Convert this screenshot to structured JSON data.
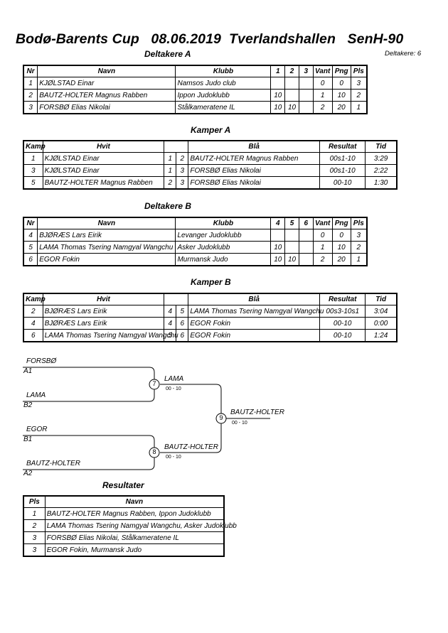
{
  "header": {
    "title": "Bodø-Barents Cup   08.06.2019  Tverlandshallen   SenH-90",
    "participants_count": "Deltakere: 6"
  },
  "group_a": {
    "title": "Deltakere A",
    "columns": [
      "Nr",
      "Navn",
      "Klubb",
      "1",
      "2",
      "3",
      "Vant",
      "Png",
      "Pls"
    ],
    "rows": [
      {
        "nr": "1",
        "name": "KJØLSTAD Einar",
        "club": "Namsos Judo club",
        "r1": "",
        "r2": "",
        "r3": "",
        "won": "0",
        "points": "0",
        "place": "3"
      },
      {
        "nr": "2",
        "name": "BAUTZ-HOLTER Magnus Rabben",
        "club": "Ippon Judoklubb",
        "r1": "10",
        "r2": "",
        "r3": "",
        "won": "1",
        "points": "10",
        "place": "2"
      },
      {
        "nr": "3",
        "name": "FORSBØ Elias Nikolai",
        "club": "Stålkameratene IL",
        "r1": "10",
        "r2": "10",
        "r3": "",
        "won": "2",
        "points": "20",
        "place": "1"
      }
    ]
  },
  "matches_a": {
    "title": "Kamper A",
    "columns": [
      "Kamp",
      "Hvit",
      "Blå",
      "Resultat",
      "Tid"
    ],
    "rows": [
      {
        "match": "1",
        "white": "KJØLSTAD Einar",
        "wn": "1",
        "bn": "2",
        "blue": "BAUTZ-HOLTER Magnus Rabben",
        "result": "00s1-10",
        "time": "3:29"
      },
      {
        "match": "3",
        "white": "KJØLSTAD Einar",
        "wn": "1",
        "bn": "3",
        "blue": "FORSBØ Elias Nikolai",
        "result": "00s1-10",
        "time": "2:22"
      },
      {
        "match": "5",
        "white": "BAUTZ-HOLTER Magnus Rabben",
        "wn": "2",
        "bn": "3",
        "blue": "FORSBØ Elias Nikolai",
        "result": "00-10",
        "time": "1:30"
      }
    ]
  },
  "group_b": {
    "title": "Deltakere B",
    "columns": [
      "Nr",
      "Navn",
      "Klubb",
      "4",
      "5",
      "6",
      "Vant",
      "Png",
      "Pls"
    ],
    "rows": [
      {
        "nr": "4",
        "name": "BJØRÆS Lars Eirik",
        "club": "Levanger Judoklubb",
        "r1": "",
        "r2": "",
        "r3": "",
        "won": "0",
        "points": "0",
        "place": "3"
      },
      {
        "nr": "5",
        "name": "LAMA Thomas Tsering Namgyal Wangchu",
        "club": "Asker Judoklubb",
        "r1": "10",
        "r2": "",
        "r3": "",
        "won": "1",
        "points": "10",
        "place": "2"
      },
      {
        "nr": "6",
        "name": "EGOR Fokin",
        "club": "Murmansk Judo",
        "r1": "10",
        "r2": "10",
        "r3": "",
        "won": "2",
        "points": "20",
        "place": "1"
      }
    ]
  },
  "matches_b": {
    "title": "Kamper B",
    "columns": [
      "Kamp",
      "Hvit",
      "Blå",
      "Resultat",
      "Tid"
    ],
    "rows": [
      {
        "match": "2",
        "white": "BJØRÆS Lars Eirik",
        "wn": "4",
        "bn": "5",
        "blue": "LAMA Thomas Tsering Namgyal Wangchu",
        "result": "00s3-10s1",
        "time": "3:04"
      },
      {
        "match": "4",
        "white": "BJØRÆS Lars Eirik",
        "wn": "4",
        "bn": "6",
        "blue": "EGOR Fokin",
        "result": "00-10",
        "time": "0:00"
      },
      {
        "match": "6",
        "white": "LAMA Thomas Tsering Namgyal Wangchu",
        "wn": "5",
        "bn": "6",
        "blue": "EGOR Fokin",
        "result": "00-10",
        "time": "1:24"
      }
    ]
  },
  "bracket": {
    "sf1_top_name": "FORSBØ",
    "sf1_top_seed": "A1",
    "sf1_bottom_name": "LAMA",
    "sf1_bottom_seed": "B2",
    "sf1_match": "7",
    "sf1_winner": "LAMA",
    "sf1_score": "00 - 10",
    "sf2_top_name": "EGOR",
    "sf2_top_seed": "B1",
    "sf2_bottom_name": "BAUTZ-HOLTER",
    "sf2_bottom_seed": "A2",
    "sf2_match": "8",
    "sf2_winner": "BAUTZ-HOLTER",
    "sf2_score": "00 - 10",
    "final_match": "9",
    "final_winner": "BAUTZ-HOLTER",
    "final_score": "00 - 10"
  },
  "results": {
    "title": "Resultater",
    "columns": [
      "Pls",
      "Navn"
    ],
    "rows": [
      {
        "place": "1",
        "name": "BAUTZ-HOLTER Magnus Rabben, Ippon Judoklubb"
      },
      {
        "place": "2",
        "name": "LAMA Thomas Tsering Namgyal Wangchu, Asker Judoklubb"
      },
      {
        "place": "3",
        "name": "FORSBØ Elias Nikolai, Stålkameratene IL"
      },
      {
        "place": "3",
        "name": "EGOR Fokin, Murmansk Judo"
      }
    ]
  }
}
